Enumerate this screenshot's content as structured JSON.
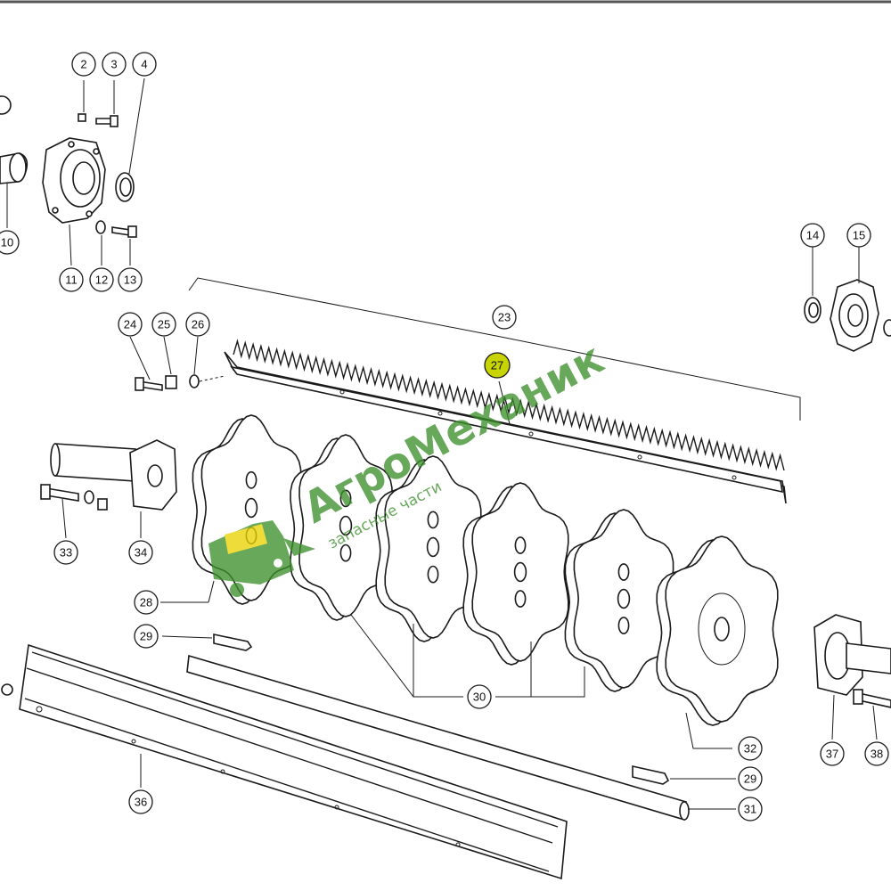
{
  "callouts": [
    {
      "n": "2"
    },
    {
      "n": "3"
    },
    {
      "n": "4"
    },
    {
      "n": "10"
    },
    {
      "n": "11"
    },
    {
      "n": "12"
    },
    {
      "n": "13"
    },
    {
      "n": "14"
    },
    {
      "n": "15"
    },
    {
      "n": "23"
    },
    {
      "n": "24"
    },
    {
      "n": "25"
    },
    {
      "n": "26"
    },
    {
      "n": "27"
    },
    {
      "n": "28"
    },
    {
      "n": "29"
    },
    {
      "n": "29"
    },
    {
      "n": "30"
    },
    {
      "n": "31"
    },
    {
      "n": "32"
    },
    {
      "n": "33"
    },
    {
      "n": "34"
    },
    {
      "n": "36"
    },
    {
      "n": "37"
    },
    {
      "n": "38"
    }
  ],
  "watermark": {
    "brand": "АгроМеханик",
    "tagline": "запасные части",
    "colors": {
      "green": "#3d8f2c",
      "yellow": "#e8d200"
    }
  },
  "colors": {
    "line": "#1a1a1a",
    "highlight": "#c8d400"
  }
}
